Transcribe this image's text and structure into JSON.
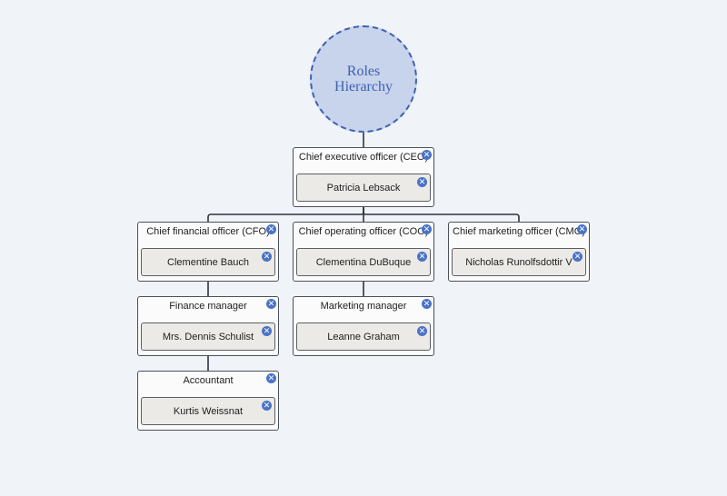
{
  "root": {
    "line1": "Roles",
    "line2": "Hierarchy"
  },
  "close_icon_glyph": "✕",
  "colors": {
    "accent": "#4a73c4",
    "root_fill": "#c8d3ec",
    "background": "#f0f3f8"
  },
  "roles": [
    {
      "title": "Chief executive officer (CEO)",
      "person": "Patricia Lebsack"
    },
    {
      "title": "Chief financial officer (CFO)",
      "person": "Clementine Bauch"
    },
    {
      "title": "Chief operating officer (COO)",
      "person": "Clementina DuBuque"
    },
    {
      "title": "Chief marketing officer (CMO)",
      "person": "Nicholas Runolfsdottir V"
    },
    {
      "title": "Finance manager",
      "person": "Mrs. Dennis Schulist"
    },
    {
      "title": "Marketing manager",
      "person": "Leanne Graham"
    },
    {
      "title": "Accountant",
      "person": "Kurtis Weissnat"
    }
  ]
}
